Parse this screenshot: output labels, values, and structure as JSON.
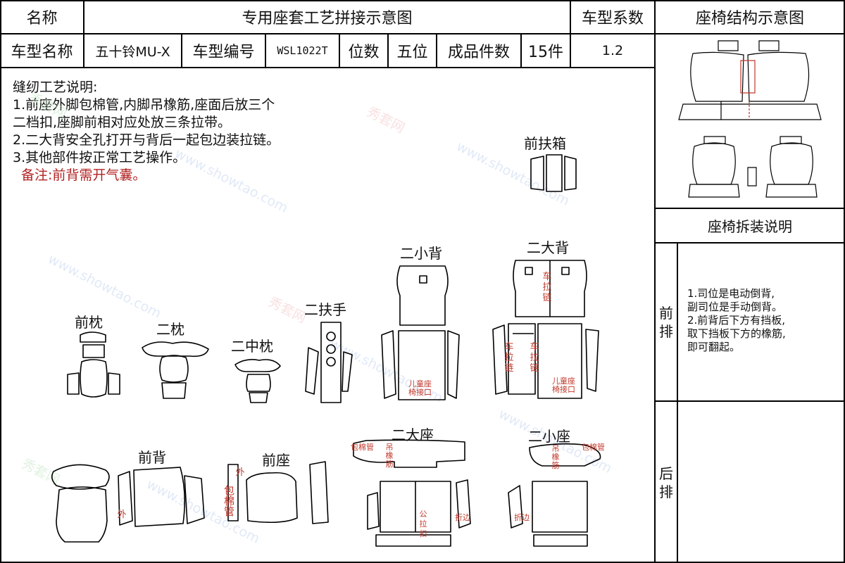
{
  "header": {
    "name_label": "名称",
    "title": "专用座套工艺拼接示意图",
    "coef_label": "车型系数",
    "structure_label": "座椅结构示意图"
  },
  "info": {
    "model_name_label": "车型名称",
    "model_name": "五十铃MU-X",
    "model_no_label": "车型编号",
    "model_no": "WSL1022T",
    "seats_label": "位数",
    "seats": "五位",
    "pieces_label": "成品件数",
    "pieces": "15件",
    "coef": "1.2"
  },
  "notes": {
    "lines": [
      "缝纫工艺说明:",
      "1.前座外脚包棉管,内脚吊橡筋,座面后放三个",
      "二档扣,座脚前相对应处放三条拉带。",
      "2.二大背安全孔打开与背后一起包边装拉链。",
      "3.其他部件按正常工艺操作。"
    ],
    "remark": "备注:前背需开气囊。"
  },
  "parts": {
    "front_armrest_box": "前扶箱",
    "rear_small_back": "二小背",
    "rear_big_back": "二大背",
    "rear_armrest": "二扶手",
    "front_headrest": "前枕",
    "rear_headrest": "二枕",
    "rear_mid_headrest": "二中枕",
    "front_back": "前背",
    "front_seat": "前座",
    "rear_big_seat": "二大座",
    "rear_small_seat": "二小座"
  },
  "annotations": {
    "zipper": "车拉链",
    "child_seat_1": "儿童座",
    "child_seat_2": "椅接口",
    "outer": "外",
    "pipe_wrap_v": "包棉管",
    "pipe_wrap": "包棉管",
    "hang_elastic_v": "吊橡筋",
    "fold_edge": "折边",
    "zipper_male": "公拉扣"
  },
  "disassembly": {
    "title": "座椅拆装说明",
    "front_row_label": "前排",
    "rear_row_label": "后排",
    "rules": [
      "1.司位是电动倒背,",
      "副司位是手动倒背。",
      "2.前背后下方有挡板,",
      "取下挡板下方的橡筋,",
      "即可翻起。"
    ]
  },
  "watermark": {
    "brand": "秀套网",
    "site": "www.showtao.com"
  }
}
